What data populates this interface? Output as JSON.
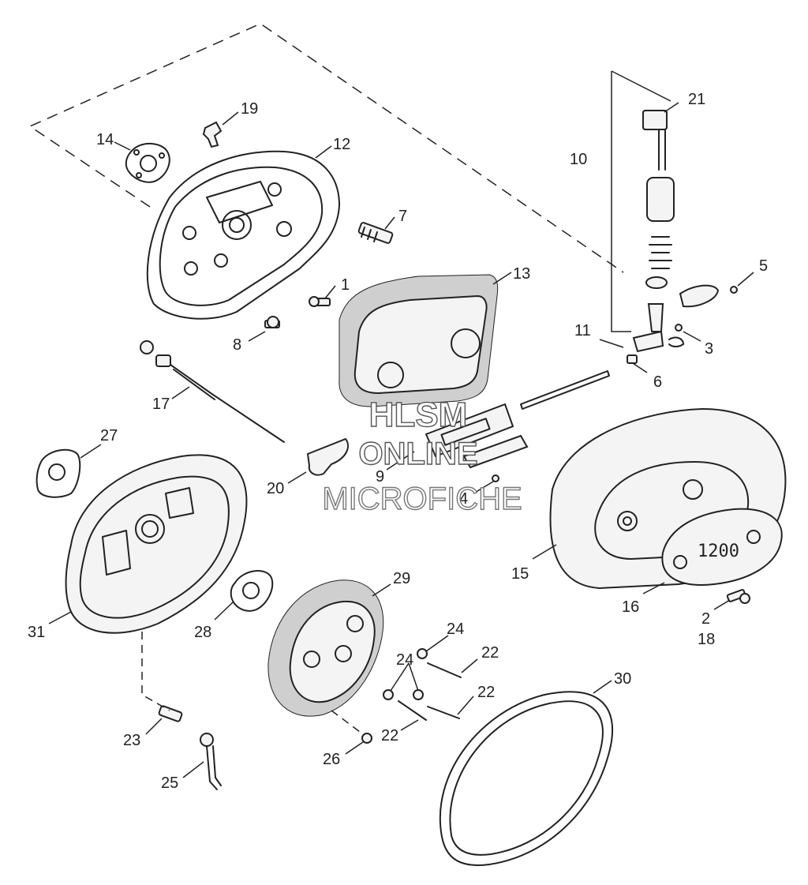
{
  "watermark": {
    "line1": "HLSM",
    "line2": "ONLINE",
    "line3": "MICROFICHE"
  },
  "plate_label": "1200",
  "callouts": [
    {
      "id": "c1",
      "text": "1"
    },
    {
      "id": "c2-18",
      "text": "2"
    },
    {
      "id": "c18",
      "text": "18"
    },
    {
      "id": "c3",
      "text": "3"
    },
    {
      "id": "c4",
      "text": "4"
    },
    {
      "id": "c5",
      "text": "5"
    },
    {
      "id": "c6",
      "text": "6"
    },
    {
      "id": "c7",
      "text": "7"
    },
    {
      "id": "c8",
      "text": "8"
    },
    {
      "id": "c9",
      "text": "9"
    },
    {
      "id": "c10",
      "text": "10"
    },
    {
      "id": "c11",
      "text": "11"
    },
    {
      "id": "c12",
      "text": "12"
    },
    {
      "id": "c13",
      "text": "13"
    },
    {
      "id": "c14",
      "text": "14"
    },
    {
      "id": "c15",
      "text": "15"
    },
    {
      "id": "c16",
      "text": "16"
    },
    {
      "id": "c17",
      "text": "17"
    },
    {
      "id": "c19",
      "text": "19"
    },
    {
      "id": "c20",
      "text": "20"
    },
    {
      "id": "c21",
      "text": "21"
    },
    {
      "id": "c22a",
      "text": "22"
    },
    {
      "id": "c22b",
      "text": "22"
    },
    {
      "id": "c22c",
      "text": "22"
    },
    {
      "id": "c23",
      "text": "23"
    },
    {
      "id": "c24a",
      "text": "24"
    },
    {
      "id": "c24b",
      "text": "24"
    },
    {
      "id": "c25",
      "text": "25"
    },
    {
      "id": "c26",
      "text": "26"
    },
    {
      "id": "c27",
      "text": "27"
    },
    {
      "id": "c28",
      "text": "28"
    },
    {
      "id": "c29",
      "text": "29"
    },
    {
      "id": "c30",
      "text": "30"
    },
    {
      "id": "c31",
      "text": "31"
    }
  ]
}
